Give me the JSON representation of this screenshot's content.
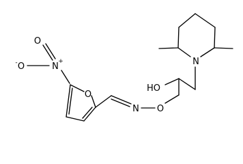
{
  "molecule": {
    "atoms": {
      "nitro_o_top": "O",
      "nitro_o_left": "O",
      "nitro_o_left_charge": "-",
      "nitro_n": "N",
      "nitro_n_charge": "+",
      "furan_o": "O",
      "imine_n": "N",
      "oxime_o": "O",
      "hydroxyl": "HO",
      "piperidine_n": "N"
    }
  }
}
